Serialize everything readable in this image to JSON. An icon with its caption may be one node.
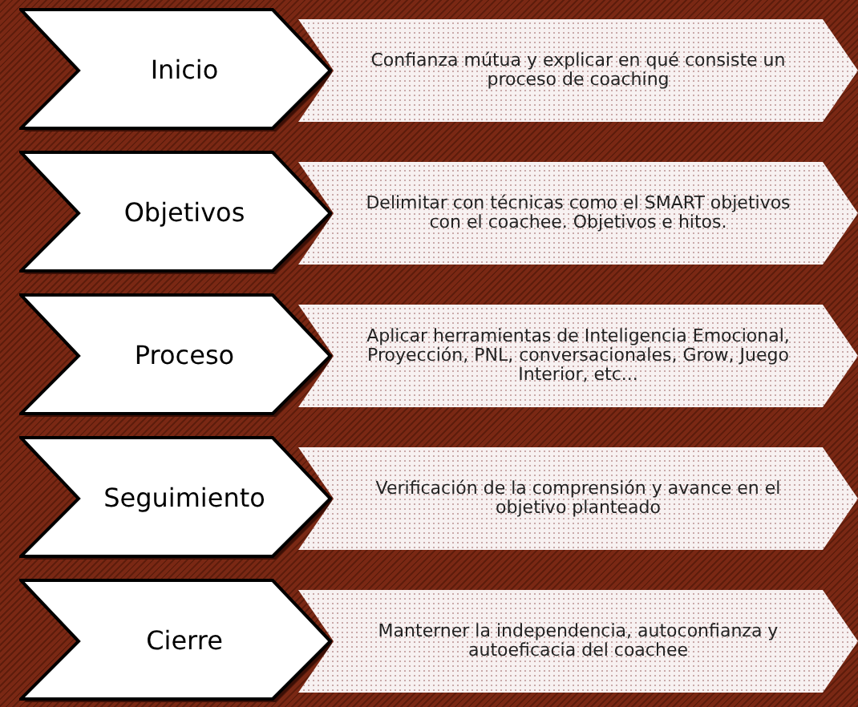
{
  "diagram": {
    "nodes": [
      {
        "text": [
          "Inicio"
        ]
      },
      {
        "text": [
          "Confianza mútua y explicar en qué consiste un proceso de coaching"
        ]
      },
      {
        "text": [
          "Objetivos"
        ]
      },
      {
        "text": [
          "Delimitar con técnicas como el SMART objetivos con el coachee. Objetivos e hitos."
        ]
      },
      {
        "text": [
          "Proceso"
        ]
      },
      {
        "text": [
          "Aplicar herramientas de Inteligencia Emocional, Proyección, PNL, conversacionales, Grow, Juego Interior, etc..."
        ]
      },
      {
        "text": [
          "Seguimiento"
        ]
      },
      {
        "text": [
          "Verificación de la comprensión y avance en el objetivo planteado"
        ]
      },
      {
        "text": [
          "Cierre"
        ]
      },
      {
        "text": [
          "Manterner la independencia, autoconfianza y autoeficacia del coachee"
        ]
      }
    ]
  }
}
